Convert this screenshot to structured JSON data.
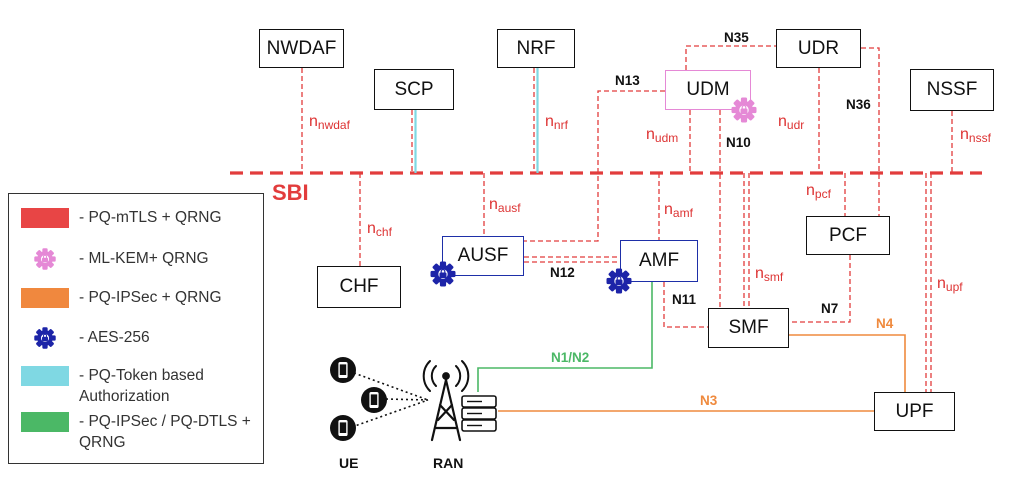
{
  "bus": {
    "label": "SBI",
    "color": "#e23c3c"
  },
  "nodes": {
    "nwdaf": "NWDAF",
    "scp": "SCP",
    "nrf": "NRF",
    "udm": "UDM",
    "udr": "UDR",
    "nssf": "NSSF",
    "chf": "CHF",
    "ausf": "AUSF",
    "amf": "AMF",
    "pcf": "PCF",
    "smf": "SMF",
    "upf": "UPF"
  },
  "interfaces": {
    "nwdaf": {
      "base": "n",
      "sub": "nwdaf"
    },
    "nrf": {
      "base": "n",
      "sub": "nrf"
    },
    "udm": {
      "base": "n",
      "sub": "udm"
    },
    "udr": {
      "base": "n",
      "sub": "udr"
    },
    "nssf": {
      "base": "n",
      "sub": "nssf"
    },
    "chf": {
      "base": "n",
      "sub": "chf"
    },
    "ausf": {
      "base": "n",
      "sub": "ausf"
    },
    "amf": {
      "base": "n",
      "sub": "amf"
    },
    "pcf": {
      "base": "n",
      "sub": "pcf"
    },
    "smf": {
      "base": "n",
      "sub": "smf"
    },
    "upf": {
      "base": "n",
      "sub": "upf"
    }
  },
  "refs": {
    "n35": "N35",
    "n13": "N13",
    "n36": "N36",
    "n10": "N10",
    "n12": "N12",
    "n11": "N11",
    "n7": "N7",
    "n4": "N4",
    "n1n2": "N1/N2",
    "n3": "N3"
  },
  "endpoints": {
    "ue": "UE",
    "ran": "RAN"
  },
  "legend": [
    {
      "kind": "swatch",
      "color": "#e84545",
      "text": "- PQ-mTLS + QRNG"
    },
    {
      "kind": "icon",
      "icon": "pink-gear-icon",
      "color": "#e589d6",
      "text": "- ML-KEM+ QRNG"
    },
    {
      "kind": "swatch",
      "color": "#f0883e",
      "text": "- PQ-IPSec + QRNG"
    },
    {
      "kind": "icon",
      "icon": "blue-gear-icon",
      "color": "#1d24a8",
      "text": "- AES-256"
    },
    {
      "kind": "swatch",
      "color": "#7fd8e3",
      "text": "- PQ-Token based Authorization"
    },
    {
      "kind": "swatch",
      "color": "#4bb866",
      "text": "- PQ-IPSec / PQ-DTLS + QRNG"
    }
  ],
  "colors": {
    "red": "#e23c3c",
    "orange": "#ef8a3e",
    "green": "#4bb866",
    "cyan": "#7fd8e3",
    "blue": "#1e2fa8",
    "pink": "#e589d6"
  }
}
